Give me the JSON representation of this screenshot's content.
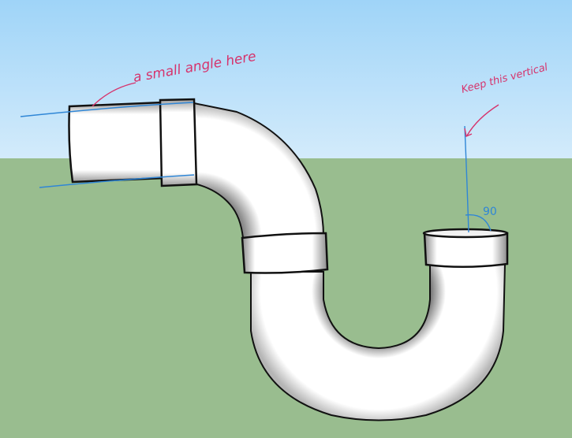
{
  "scene": {
    "title": "P-trap pipe model sketch",
    "colors": {
      "sky_top": "#9fd4f8",
      "sky_horizon": "#d3ebfb",
      "ground": "#99bd8f",
      "pipe_fill": "#ffffff",
      "pipe_outline": "#111111",
      "annotation_pink": "#d6336c",
      "guide_blue": "#2f86d6"
    }
  },
  "annotations": [
    {
      "id": "angle-note",
      "text": "a small angle here",
      "color": "#d6336c"
    },
    {
      "id": "vertical-note",
      "text": "Keep this vertical",
      "color": "#d6336c"
    },
    {
      "id": "angle-value",
      "text": "90",
      "color": "#2f86d6"
    }
  ],
  "parts": [
    {
      "id": "outlet-pipe",
      "label": "horizontal outlet pipe"
    },
    {
      "id": "outlet-coupling",
      "label": "outlet coupling"
    },
    {
      "id": "upper-elbow",
      "label": "upper elbow"
    },
    {
      "id": "middle-coupling",
      "label": "middle coupling"
    },
    {
      "id": "u-bend",
      "label": "U-bend trap"
    },
    {
      "id": "inlet-cup",
      "label": "vertical inlet cup"
    }
  ]
}
